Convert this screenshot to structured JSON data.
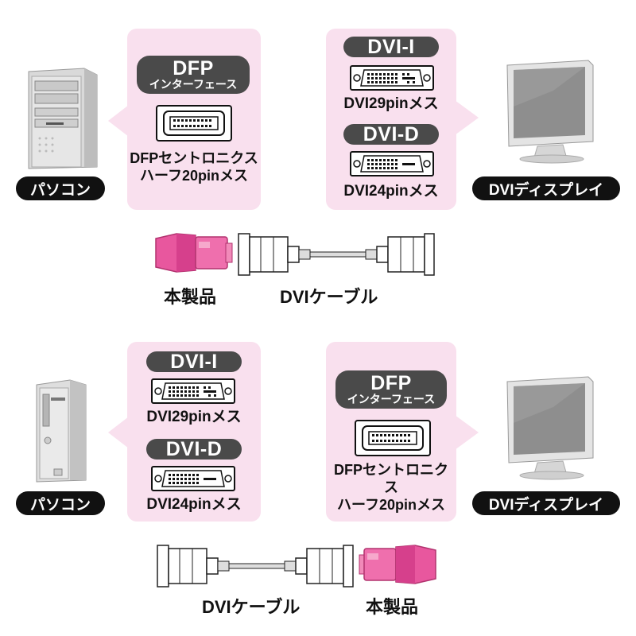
{
  "top": {
    "left_device_label": "パソコン",
    "right_device_label": "DVIディスプレイ",
    "left_panel": {
      "pill_title": "DFP",
      "pill_subtitle": "インターフェース",
      "connector_line1": "DFPセントロニクス",
      "connector_line2": "ハーフ20pinメス"
    },
    "right_panel": {
      "dvi_i_title": "DVI-I",
      "dvi_i_desc": "DVI29pinメス",
      "dvi_d_title": "DVI-D",
      "dvi_d_desc": "DVI24pinメス"
    },
    "product_label": "本製品",
    "cable_label": "DVIケーブル"
  },
  "bottom": {
    "left_device_label": "パソコン",
    "right_device_label": "DVIディスプレイ",
    "left_panel": {
      "dvi_i_title": "DVI-I",
      "dvi_i_desc": "DVI29pinメス",
      "dvi_d_title": "DVI-D",
      "dvi_d_desc": "DVI24pinメス"
    },
    "right_panel": {
      "pill_title": "DFP",
      "pill_subtitle": "インターフェース",
      "connector_line1": "DFPセントロニクス",
      "connector_line2": "ハーフ20pinメス"
    },
    "cable_label": "DVIケーブル",
    "product_label": "本製品"
  },
  "colors": {
    "panel_bg": "#f9e0ee",
    "pill_gray": "#4a4a4a",
    "label_black": "#111111",
    "adapter_pink": "#e8579e"
  }
}
